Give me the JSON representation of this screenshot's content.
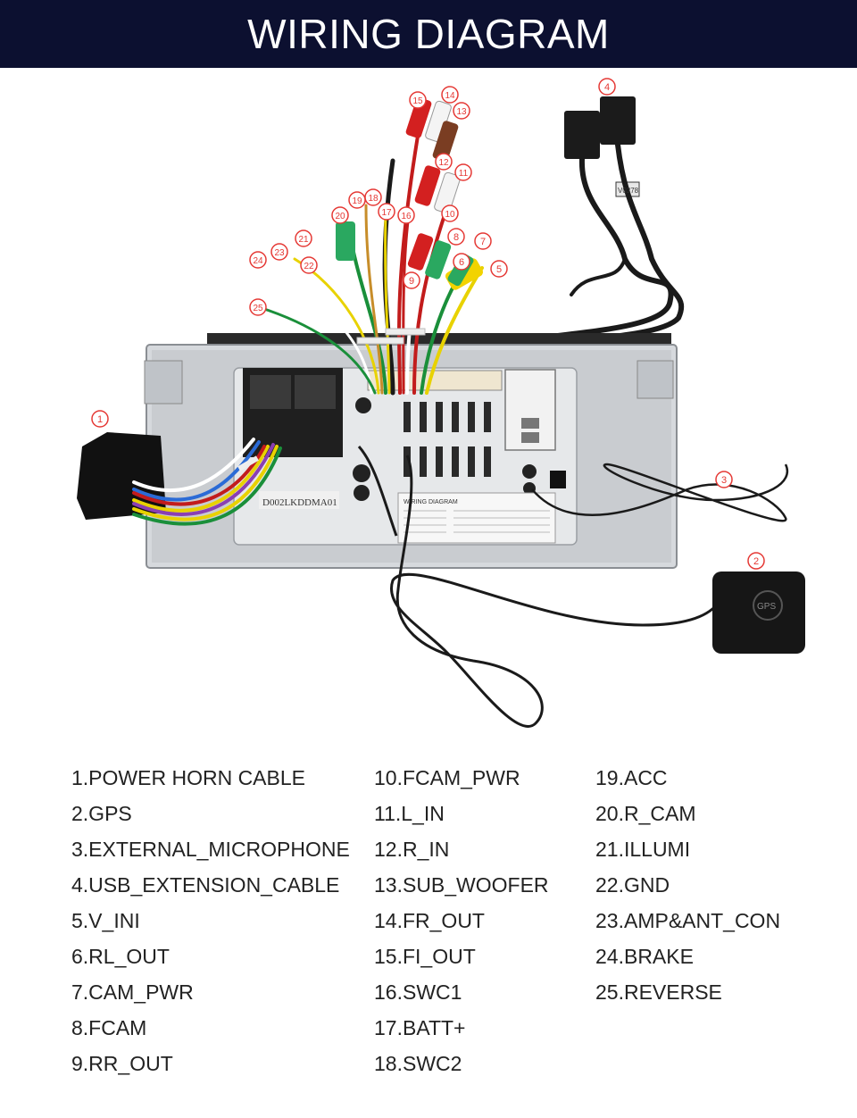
{
  "header": {
    "title": "WIRING DIAGRAM"
  },
  "colors": {
    "header_bg": "#0c1030",
    "callout": "#e53935",
    "unit_body": "#cfd2d6",
    "cable": "#1a1a1a"
  },
  "unit": {
    "harness_label": "D002LKDDMA01",
    "sticker_title": "WIRING DIAGRAM",
    "gps_label": "GPS",
    "usb_tag": "V0278"
  },
  "callouts": [
    "1",
    "2",
    "3",
    "4",
    "5",
    "6",
    "7",
    "8",
    "9",
    "10",
    "11",
    "12",
    "13",
    "14",
    "15",
    "16",
    "17",
    "18",
    "19",
    "20",
    "21",
    "22",
    "23",
    "24",
    "25"
  ],
  "legend": {
    "columns": [
      [
        "1.POWER HORN CABLE",
        "2.GPS",
        "3.EXTERNAL_MICROPHONE",
        "4.USB_EXTENSION_CABLE",
        "5.V_INI",
        "6.RL_OUT",
        "7.CAM_PWR",
        "8.FCAM",
        "9.RR_OUT"
      ],
      [
        "10.FCAM_PWR",
        "11.L_IN",
        "12.R_IN",
        "13.SUB_WOOFER",
        "14.FR_OUT",
        "15.FI_OUT",
        "16.SWC1",
        "17.BATT+",
        "18.SWC2"
      ],
      [
        "19.ACC",
        "20.R_CAM",
        "21.ILLUMI",
        "22.GND",
        "23.AMP&ANT_CON",
        "24.BRAKE",
        "25.REVERSE"
      ]
    ]
  }
}
